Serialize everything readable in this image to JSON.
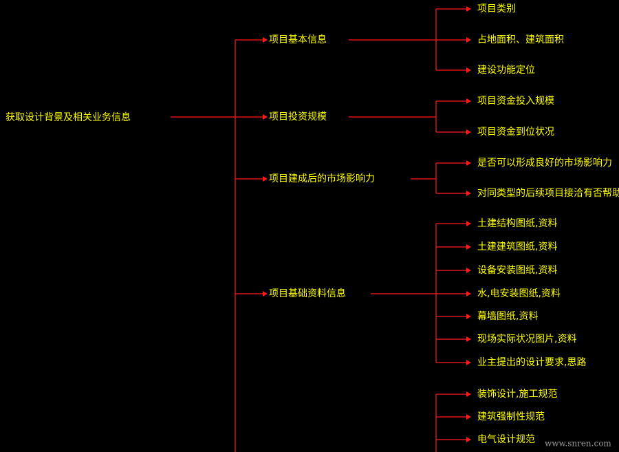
{
  "root": {
    "label": "获取设计背景及相关业务信息"
  },
  "groups": [
    {
      "label": "项目基本信息",
      "children": [
        "项目类别",
        "占地面积、建筑面积",
        "建设功能定位"
      ]
    },
    {
      "label": "项目投资规模",
      "children": [
        "项目资金投入规模",
        "项目资金到位状况"
      ]
    },
    {
      "label": "项目建成后的市场影响力",
      "children": [
        "是否可以形成良好的市场影响力",
        "对同类型的后续项目接洽有否帮助"
      ]
    },
    {
      "label": "项目基础资料信息",
      "children": [
        "土建结构图纸,资料",
        "土建建筑图纸,资料",
        "设备安装图纸,资料",
        "水,电安装图纸,资料",
        "幕墙图纸,资料",
        "现场实际状况图片,资料",
        "业主提出的设计要求,思路"
      ]
    }
  ],
  "partial_group": {
    "children": [
      "装饰设计,施工规范",
      "建筑强制性规范",
      "电气设计规范"
    ]
  },
  "watermark": "www.snren.com",
  "colors": {
    "background": "#000000",
    "text": "#ffff00",
    "connector": "#ff1a1a",
    "watermark": "#9a9a9a"
  }
}
